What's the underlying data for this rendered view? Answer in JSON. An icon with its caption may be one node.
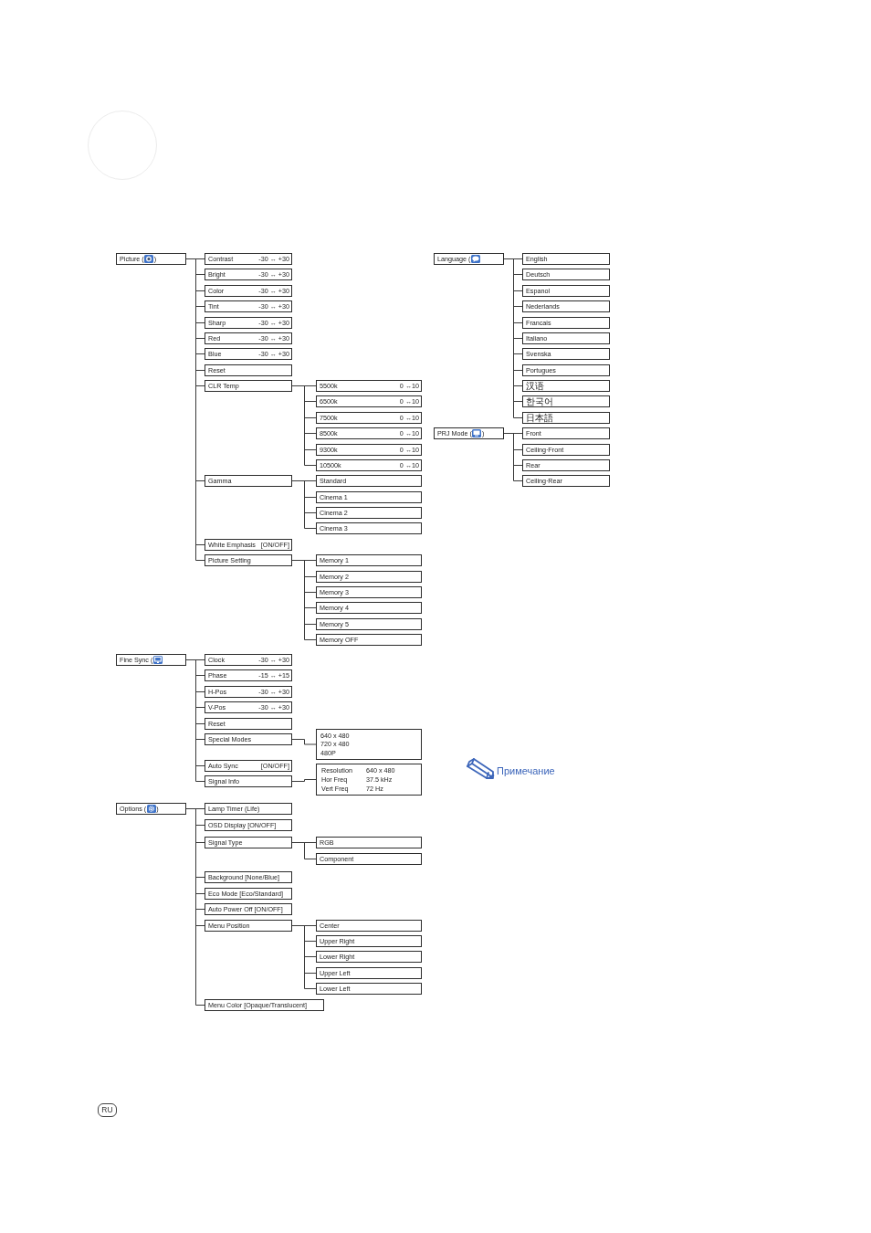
{
  "diagram": {
    "nodes": [
      {
        "text": [
          "Picture (",
          ")"
        ]
      },
      {
        "text": [
          "Contrast",
          "-30 ↔ +30"
        ]
      },
      {
        "text": [
          "Bright",
          "-30 ↔ +30"
        ]
      },
      {
        "text": [
          "Color",
          "-30 ↔ +30"
        ]
      },
      {
        "text": [
          "Tint",
          "-30 ↔ +30"
        ]
      },
      {
        "text": [
          "Sharp",
          "-30 ↔ +30"
        ]
      },
      {
        "text": [
          "Red",
          "-30 ↔ +30"
        ]
      },
      {
        "text": [
          "Blue",
          "-30 ↔ +30"
        ]
      },
      {
        "text": [
          "Reset"
        ]
      },
      {
        "text": [
          "CLR Temp"
        ]
      },
      {
        "text": [
          "5500k",
          "0 ↔10"
        ]
      },
      {
        "text": [
          "6500k",
          "0 ↔10"
        ]
      },
      {
        "text": [
          "7500k",
          "0 ↔10"
        ]
      },
      {
        "text": [
          "8500k",
          "0 ↔10"
        ]
      },
      {
        "text": [
          "9300k",
          "0 ↔10"
        ]
      },
      {
        "text": [
          "10500k",
          "0 ↔10"
        ]
      },
      {
        "text": [
          "Gamma"
        ]
      },
      {
        "text": [
          "Standard"
        ]
      },
      {
        "text": [
          "Cinema 1"
        ]
      },
      {
        "text": [
          "Cinema 2"
        ]
      },
      {
        "text": [
          "Cinema 3"
        ]
      },
      {
        "text": [
          "White Emphasis",
          "[ON/OFF]"
        ]
      },
      {
        "text": [
          "Picture Setting"
        ]
      },
      {
        "text": [
          "Memory 1"
        ]
      },
      {
        "text": [
          "Memory 2"
        ]
      },
      {
        "text": [
          "Memory 3"
        ]
      },
      {
        "text": [
          "Memory 4"
        ]
      },
      {
        "text": [
          "Memory 5"
        ]
      },
      {
        "text": [
          "Memory OFF"
        ]
      },
      {
        "text": [
          "Language ("
        ]
      },
      {
        "text": [
          "English"
        ]
      },
      {
        "text": [
          "Deutsch"
        ]
      },
      {
        "text": [
          "Espanol"
        ]
      },
      {
        "text": [
          "Nederlands"
        ]
      },
      {
        "text": [
          "Francais"
        ]
      },
      {
        "text": [
          "Italiano"
        ]
      },
      {
        "text": [
          "Svenska"
        ]
      },
      {
        "text": [
          "Portugues"
        ]
      },
      {
        "text": [
          "汉语"
        ]
      },
      {
        "text": [
          "한국어"
        ]
      },
      {
        "text": [
          "日本語"
        ]
      },
      {
        "text": [
          "PRJ Mode (",
          ")"
        ]
      },
      {
        "text": [
          "Front"
        ]
      },
      {
        "text": [
          "Ceiling·Front"
        ]
      },
      {
        "text": [
          "Rear"
        ]
      },
      {
        "text": [
          "Ceiling·Rear"
        ]
      },
      {
        "text": [
          "Fine Sync ("
        ]
      },
      {
        "text": [
          "Clock",
          "-30 ↔ +30"
        ]
      },
      {
        "text": [
          "Phase",
          "-15 ↔ +15"
        ]
      },
      {
        "text": [
          "H-Pos",
          "-30 ↔ +30"
        ]
      },
      {
        "text": [
          "V-Pos",
          "-30 ↔ +30"
        ]
      },
      {
        "text": [
          "Reset"
        ]
      },
      {
        "text": [
          "Special Modes"
        ]
      },
      {
        "text": [
          "640 x 480",
          "720 x 480",
          "480P"
        ]
      },
      {
        "text": [
          "Auto Sync",
          "[ON/OFF]"
        ]
      },
      {
        "text": [
          "Signal Info"
        ]
      },
      {
        "text": [
          "Resolution",
          "640 x 480",
          "Hor Freq",
          "37.5 kHz",
          "Vert Freq",
          "72 Hz"
        ]
      },
      {
        "text": [
          "Options (",
          ")"
        ]
      },
      {
        "text": [
          "Lamp Timer (Life)"
        ]
      },
      {
        "text": [
          "OSD Display [ON/OFF]"
        ]
      },
      {
        "text": [
          "Signal Type"
        ]
      },
      {
        "text": [
          "RGB"
        ]
      },
      {
        "text": [
          "Component"
        ]
      },
      {
        "text": [
          "Background [None/Blue]"
        ]
      },
      {
        "text": [
          "Eco Mode [Eco/Standard]"
        ]
      },
      {
        "text": [
          "Auto Power Off [ON/OFF]"
        ]
      },
      {
        "text": [
          "Menu Position"
        ]
      },
      {
        "text": [
          "Center"
        ]
      },
      {
        "text": [
          "Upper Right"
        ]
      },
      {
        "text": [
          "Lower Right"
        ]
      },
      {
        "text": [
          "Upper Left"
        ]
      },
      {
        "text": [
          "Lower Left"
        ]
      },
      {
        "text": [
          "Menu Color [Opaque/Translucent]"
        ]
      },
      {
        "text": [],
        "shape": "circle"
      }
    ],
    "edges": [
      {
        "from": 0,
        "to": 1,
        "arrow": "none"
      },
      {
        "from": 0,
        "to": 2,
        "arrow": "none"
      },
      {
        "from": 0,
        "to": 3,
        "arrow": "none"
      },
      {
        "from": 0,
        "to": 4,
        "arrow": "none"
      },
      {
        "from": 0,
        "to": 5,
        "arrow": "none"
      },
      {
        "from": 0,
        "to": 6,
        "arrow": "none"
      },
      {
        "from": 0,
        "to": 7,
        "arrow": "none"
      },
      {
        "from": 0,
        "to": 8,
        "arrow": "none"
      },
      {
        "from": 0,
        "to": 9,
        "arrow": "none"
      },
      {
        "from": 0,
        "to": 16,
        "arrow": "none"
      },
      {
        "from": 0,
        "to": 21,
        "arrow": "none"
      },
      {
        "from": 0,
        "to": 22,
        "arrow": "none"
      },
      {
        "from": 9,
        "to": 10,
        "arrow": "none"
      },
      {
        "from": 9,
        "to": 11,
        "arrow": "none"
      },
      {
        "from": 9,
        "to": 12,
        "arrow": "none"
      },
      {
        "from": 9,
        "to": 13,
        "arrow": "none"
      },
      {
        "from": 9,
        "to": 14,
        "arrow": "none"
      },
      {
        "from": 9,
        "to": 15,
        "arrow": "none"
      },
      {
        "from": 16,
        "to": 17,
        "arrow": "none"
      },
      {
        "from": 16,
        "to": 18,
        "arrow": "none"
      },
      {
        "from": 16,
        "to": 19,
        "arrow": "none"
      },
      {
        "from": 16,
        "to": 20,
        "arrow": "none"
      },
      {
        "from": 22,
        "to": 23,
        "arrow": "none"
      },
      {
        "from": 22,
        "to": 24,
        "arrow": "none"
      },
      {
        "from": 22,
        "to": 25,
        "arrow": "none"
      },
      {
        "from": 22,
        "to": 26,
        "arrow": "none"
      },
      {
        "from": 22,
        "to": 27,
        "arrow": "none"
      },
      {
        "from": 22,
        "to": 28,
        "arrow": "none"
      },
      {
        "from": 29,
        "to": 30,
        "arrow": "none"
      },
      {
        "from": 29,
        "to": 31,
        "arrow": "none"
      },
      {
        "from": 29,
        "to": 32,
        "arrow": "none"
      },
      {
        "from": 29,
        "to": 33,
        "arrow": "none"
      },
      {
        "from": 29,
        "to": 34,
        "arrow": "none"
      },
      {
        "from": 29,
        "to": 35,
        "arrow": "none"
      },
      {
        "from": 29,
        "to": 36,
        "arrow": "none"
      },
      {
        "from": 29,
        "to": 37,
        "arrow": "none"
      },
      {
        "from": 29,
        "to": 38,
        "arrow": "none"
      },
      {
        "from": 29,
        "to": 39,
        "arrow": "none"
      },
      {
        "from": 29,
        "to": 40,
        "arrow": "none"
      },
      {
        "from": 41,
        "to": 42,
        "arrow": "none"
      },
      {
        "from": 41,
        "to": 43,
        "arrow": "none"
      },
      {
        "from": 41,
        "to": 44,
        "arrow": "none"
      },
      {
        "from": 41,
        "to": 45,
        "arrow": "none"
      },
      {
        "from": 46,
        "to": 47,
        "arrow": "none"
      },
      {
        "from": 46,
        "to": 48,
        "arrow": "none"
      },
      {
        "from": 46,
        "to": 49,
        "arrow": "none"
      },
      {
        "from": 46,
        "to": 50,
        "arrow": "none"
      },
      {
        "from": 46,
        "to": 51,
        "arrow": "none"
      },
      {
        "from": 46,
        "to": 52,
        "arrow": "none"
      },
      {
        "from": 46,
        "to": 54,
        "arrow": "none"
      },
      {
        "from": 46,
        "to": 55,
        "arrow": "none"
      },
      {
        "from": 52,
        "to": 53,
        "arrow": "none"
      },
      {
        "from": 55,
        "to": 56,
        "arrow": "none"
      },
      {
        "from": 57,
        "to": 58,
        "arrow": "none"
      },
      {
        "from": 57,
        "to": 59,
        "arrow": "none"
      },
      {
        "from": 57,
        "to": 60,
        "arrow": "none"
      },
      {
        "from": 57,
        "to": 63,
        "arrow": "none"
      },
      {
        "from": 57,
        "to": 64,
        "arrow": "none"
      },
      {
        "from": 57,
        "to": 65,
        "arrow": "none"
      },
      {
        "from": 57,
        "to": 66,
        "arrow": "none"
      },
      {
        "from": 57,
        "to": 72,
        "arrow": "none"
      },
      {
        "from": 60,
        "to": 61,
        "arrow": "none"
      },
      {
        "from": 60,
        "to": 62,
        "arrow": "none"
      },
      {
        "from": 66,
        "to": 67,
        "arrow": "none"
      },
      {
        "from": 66,
        "to": 68,
        "arrow": "none"
      },
      {
        "from": 66,
        "to": 69,
        "arrow": "none"
      },
      {
        "from": 66,
        "to": 70,
        "arrow": "none"
      },
      {
        "from": 66,
        "to": 71,
        "arrow": "none"
      }
    ],
    "labels": [
      "Примечание",
      "RU"
    ]
  }
}
